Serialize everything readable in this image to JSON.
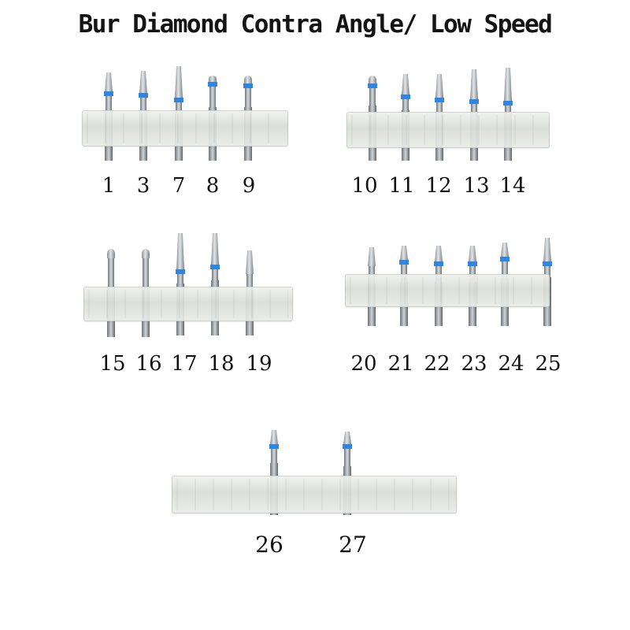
{
  "title": "Bur Diamond Contra Angle/ Low Speed",
  "trays": [
    {
      "labels": [
        "1",
        "3",
        "7",
        "8",
        "9"
      ]
    },
    {
      "labels": [
        "10",
        "11",
        "12",
        "13",
        "14"
      ]
    },
    {
      "labels": [
        "15",
        "16",
        "17",
        "18",
        "19"
      ]
    },
    {
      "labels": [
        "20",
        "21",
        "22",
        "23",
        "24",
        "25"
      ]
    },
    {
      "labels": [
        "26",
        "27"
      ]
    }
  ],
  "colors": {
    "band": "#2f86e0",
    "stand": "#dcdfd8",
    "metal": "#a9aeb2"
  }
}
